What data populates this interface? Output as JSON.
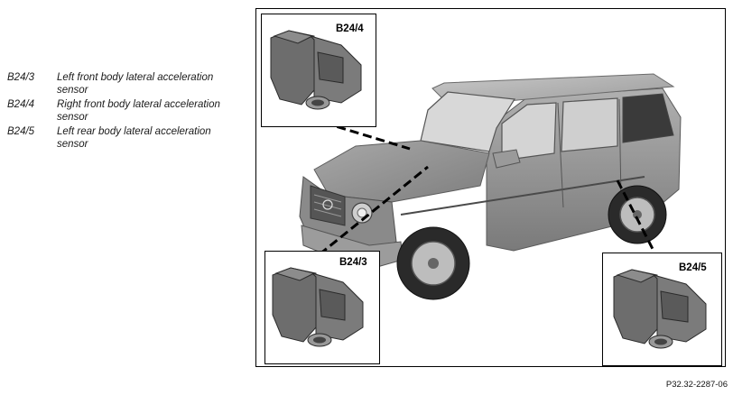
{
  "legend": [
    {
      "code": "B24/3",
      "description": "Left front body lateral acceleration sensor"
    },
    {
      "code": "B24/4",
      "description": "Right front body lateral acceleration sensor"
    },
    {
      "code": "B24/5",
      "description": "Left rear body lateral acceleration sensor"
    }
  ],
  "insets": {
    "top": {
      "label": "B24/4"
    },
    "bottom_left": {
      "label": "B24/3"
    },
    "bottom_right": {
      "label": "B24/5"
    }
  },
  "document_number": "P32.32-2287-06",
  "colors": {
    "vehicle_body": "#8f8f8f",
    "sensor_body": "#6d6d6d",
    "frame": "#000000"
  }
}
